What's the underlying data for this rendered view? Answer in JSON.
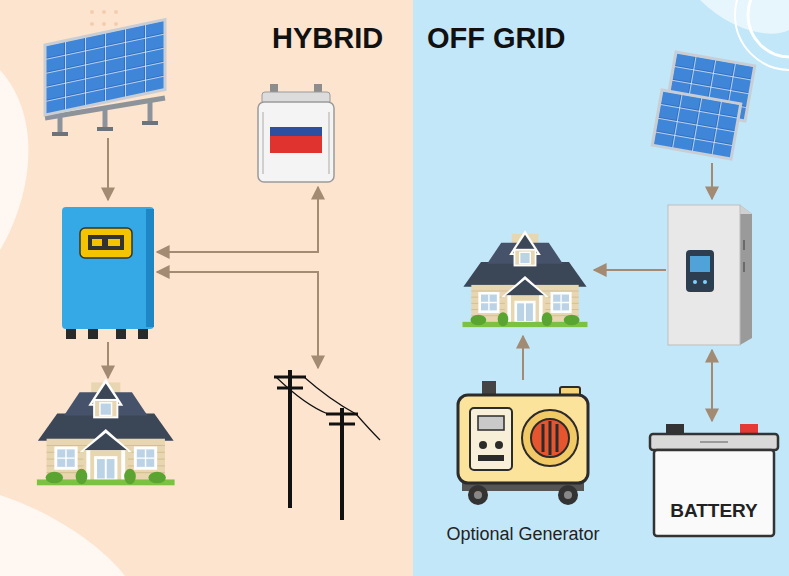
{
  "diagram": {
    "nodes": [
      {
        "text": [
          "Optional Generator"
        ]
      },
      {
        "text": [
          "BATTERY"
        ]
      }
    ],
    "labels": [
      "HYBRID",
      "OFF GRID"
    ]
  }
}
